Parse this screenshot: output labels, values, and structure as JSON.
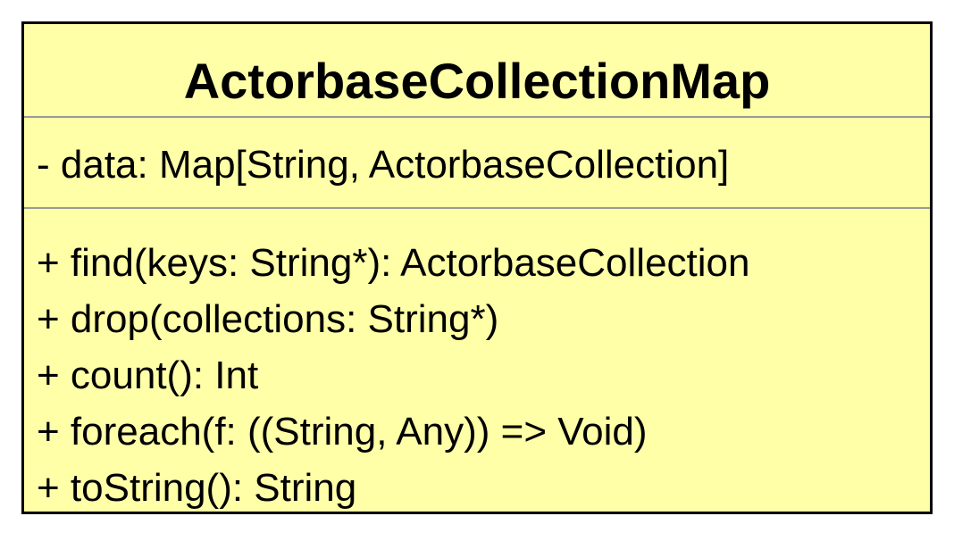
{
  "uml_class": {
    "name": "ActorbaseCollectionMap",
    "attributes": [
      "- data: Map[String, ActorbaseCollection]"
    ],
    "operations": [
      "+ find(keys: String*): ActorbaseCollection",
      "+ drop(collections: String*)",
      "+ count(): Int",
      "+ foreach(f: ((String, Any)) => Void)",
      "+ toString(): String"
    ],
    "colors": {
      "fill": "#ffffa8",
      "border": "#000000",
      "divider": "#9a9a9a"
    }
  }
}
